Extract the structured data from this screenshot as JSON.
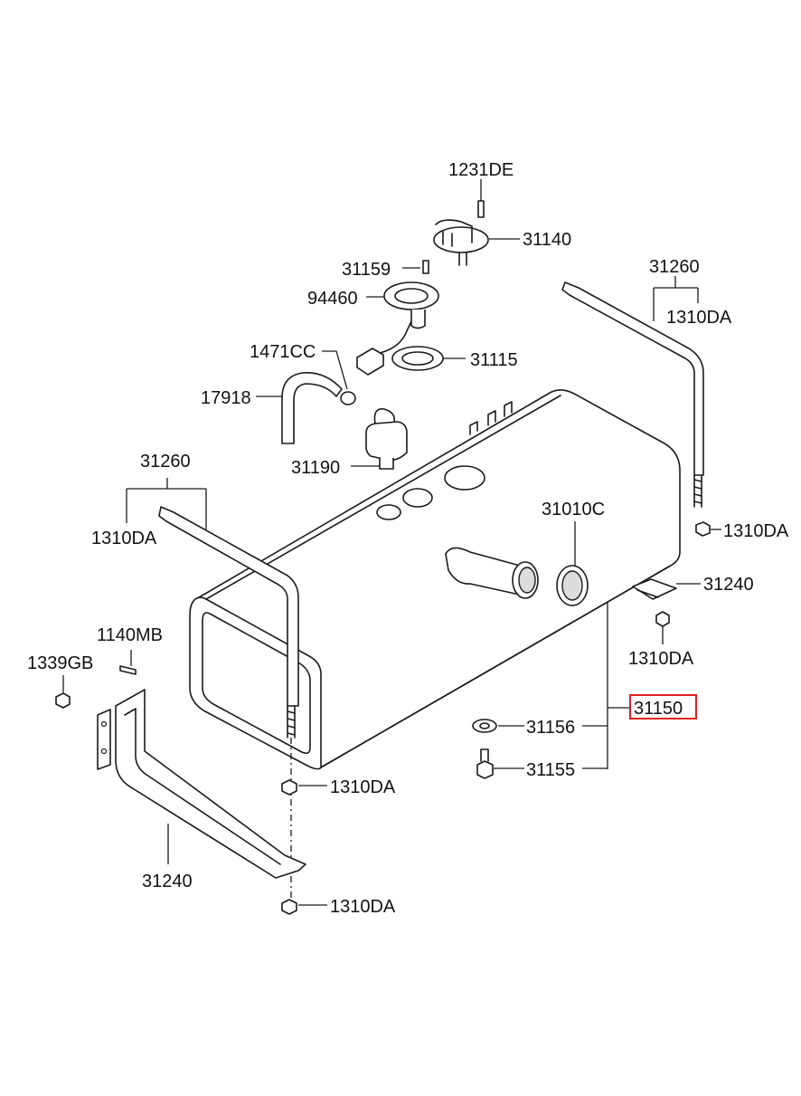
{
  "accent_color": "#e02020",
  "labels": {
    "p1231DE": "1231DE",
    "p31140": "31140",
    "p31159": "31159",
    "p94460": "94460",
    "p1471CC": "1471CC",
    "p31115": "31115",
    "p17918": "17918",
    "p31190": "31190",
    "p31260_left": "31260",
    "p1310DA_left": "1310DA",
    "p31260_right": "31260",
    "p1310DA_right": "1310DA",
    "p31010C": "31010C",
    "p1310DA_nut_right": "1310DA",
    "p31240_right": "31240",
    "p1310DA_nut_right2": "1310DA",
    "p1140MB": "1140MB",
    "p1339GB": "1339GB",
    "p31150": "31150",
    "p31156": "31156",
    "p31155": "31155",
    "p1310DA_mid": "1310DA",
    "p31240_left": "31240",
    "p1310DA_bottom": "1310DA"
  },
  "highlighted_part": "31150"
}
